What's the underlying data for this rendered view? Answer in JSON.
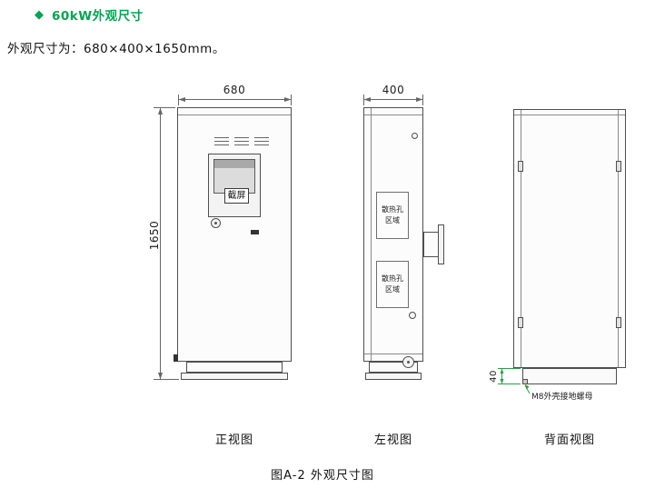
{
  "page": {
    "header_bullet": "◆",
    "header_title": "60kW外观尺寸",
    "intro_text": "外观尺寸为：680×400×1650mm。",
    "caption": "图A-2 外观尺寸图"
  },
  "front_view": {
    "label": "正视图",
    "width_dim": "680",
    "height_dim": "1650",
    "screen_button": "截屏"
  },
  "side_view": {
    "label": "左视图",
    "width_dim": "400",
    "vent_top": {
      "line1": "散热孔",
      "line2": "区域"
    },
    "vent_bottom": {
      "line1": "散热孔",
      "line2": "区域"
    }
  },
  "back_view": {
    "label": "背面视图",
    "base_height_dim": "40",
    "ground_label": "M8外壳接地螺母"
  },
  "colors": {
    "accent_green": "#00a550",
    "line_gray": "#666666",
    "dim_green": "#2e9e46"
  }
}
